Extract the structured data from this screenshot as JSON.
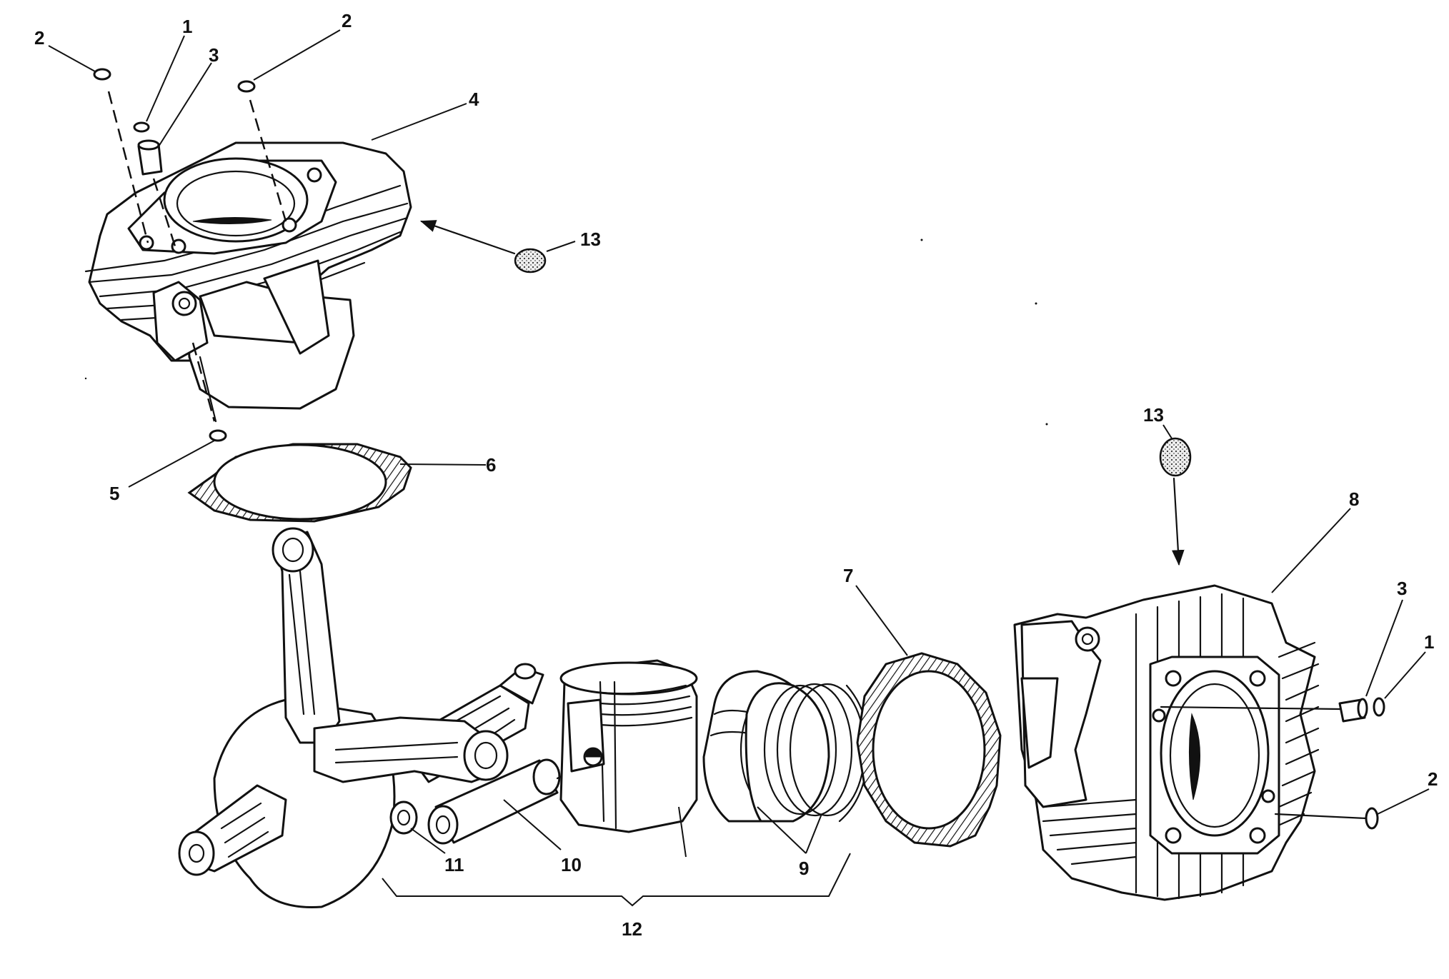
{
  "diagram": {
    "callouts": [
      {
        "id": "c2a",
        "text": "2"
      },
      {
        "id": "c1a",
        "text": "1"
      },
      {
        "id": "c3a",
        "text": "3"
      },
      {
        "id": "c2b",
        "text": "2"
      },
      {
        "id": "c4",
        "text": "4"
      },
      {
        "id": "c13a",
        "text": "13"
      },
      {
        "id": "c5",
        "text": "5"
      },
      {
        "id": "c6",
        "text": "6"
      },
      {
        "id": "c13b",
        "text": "13"
      },
      {
        "id": "c8",
        "text": "8"
      },
      {
        "id": "c7",
        "text": "7"
      },
      {
        "id": "c3b",
        "text": "3"
      },
      {
        "id": "c1b",
        "text": "1"
      },
      {
        "id": "c2c",
        "text": "2"
      },
      {
        "id": "c11",
        "text": "11"
      },
      {
        "id": "c10",
        "text": "10"
      },
      {
        "id": "c9",
        "text": "9"
      },
      {
        "id": "c12",
        "text": "12"
      }
    ]
  }
}
